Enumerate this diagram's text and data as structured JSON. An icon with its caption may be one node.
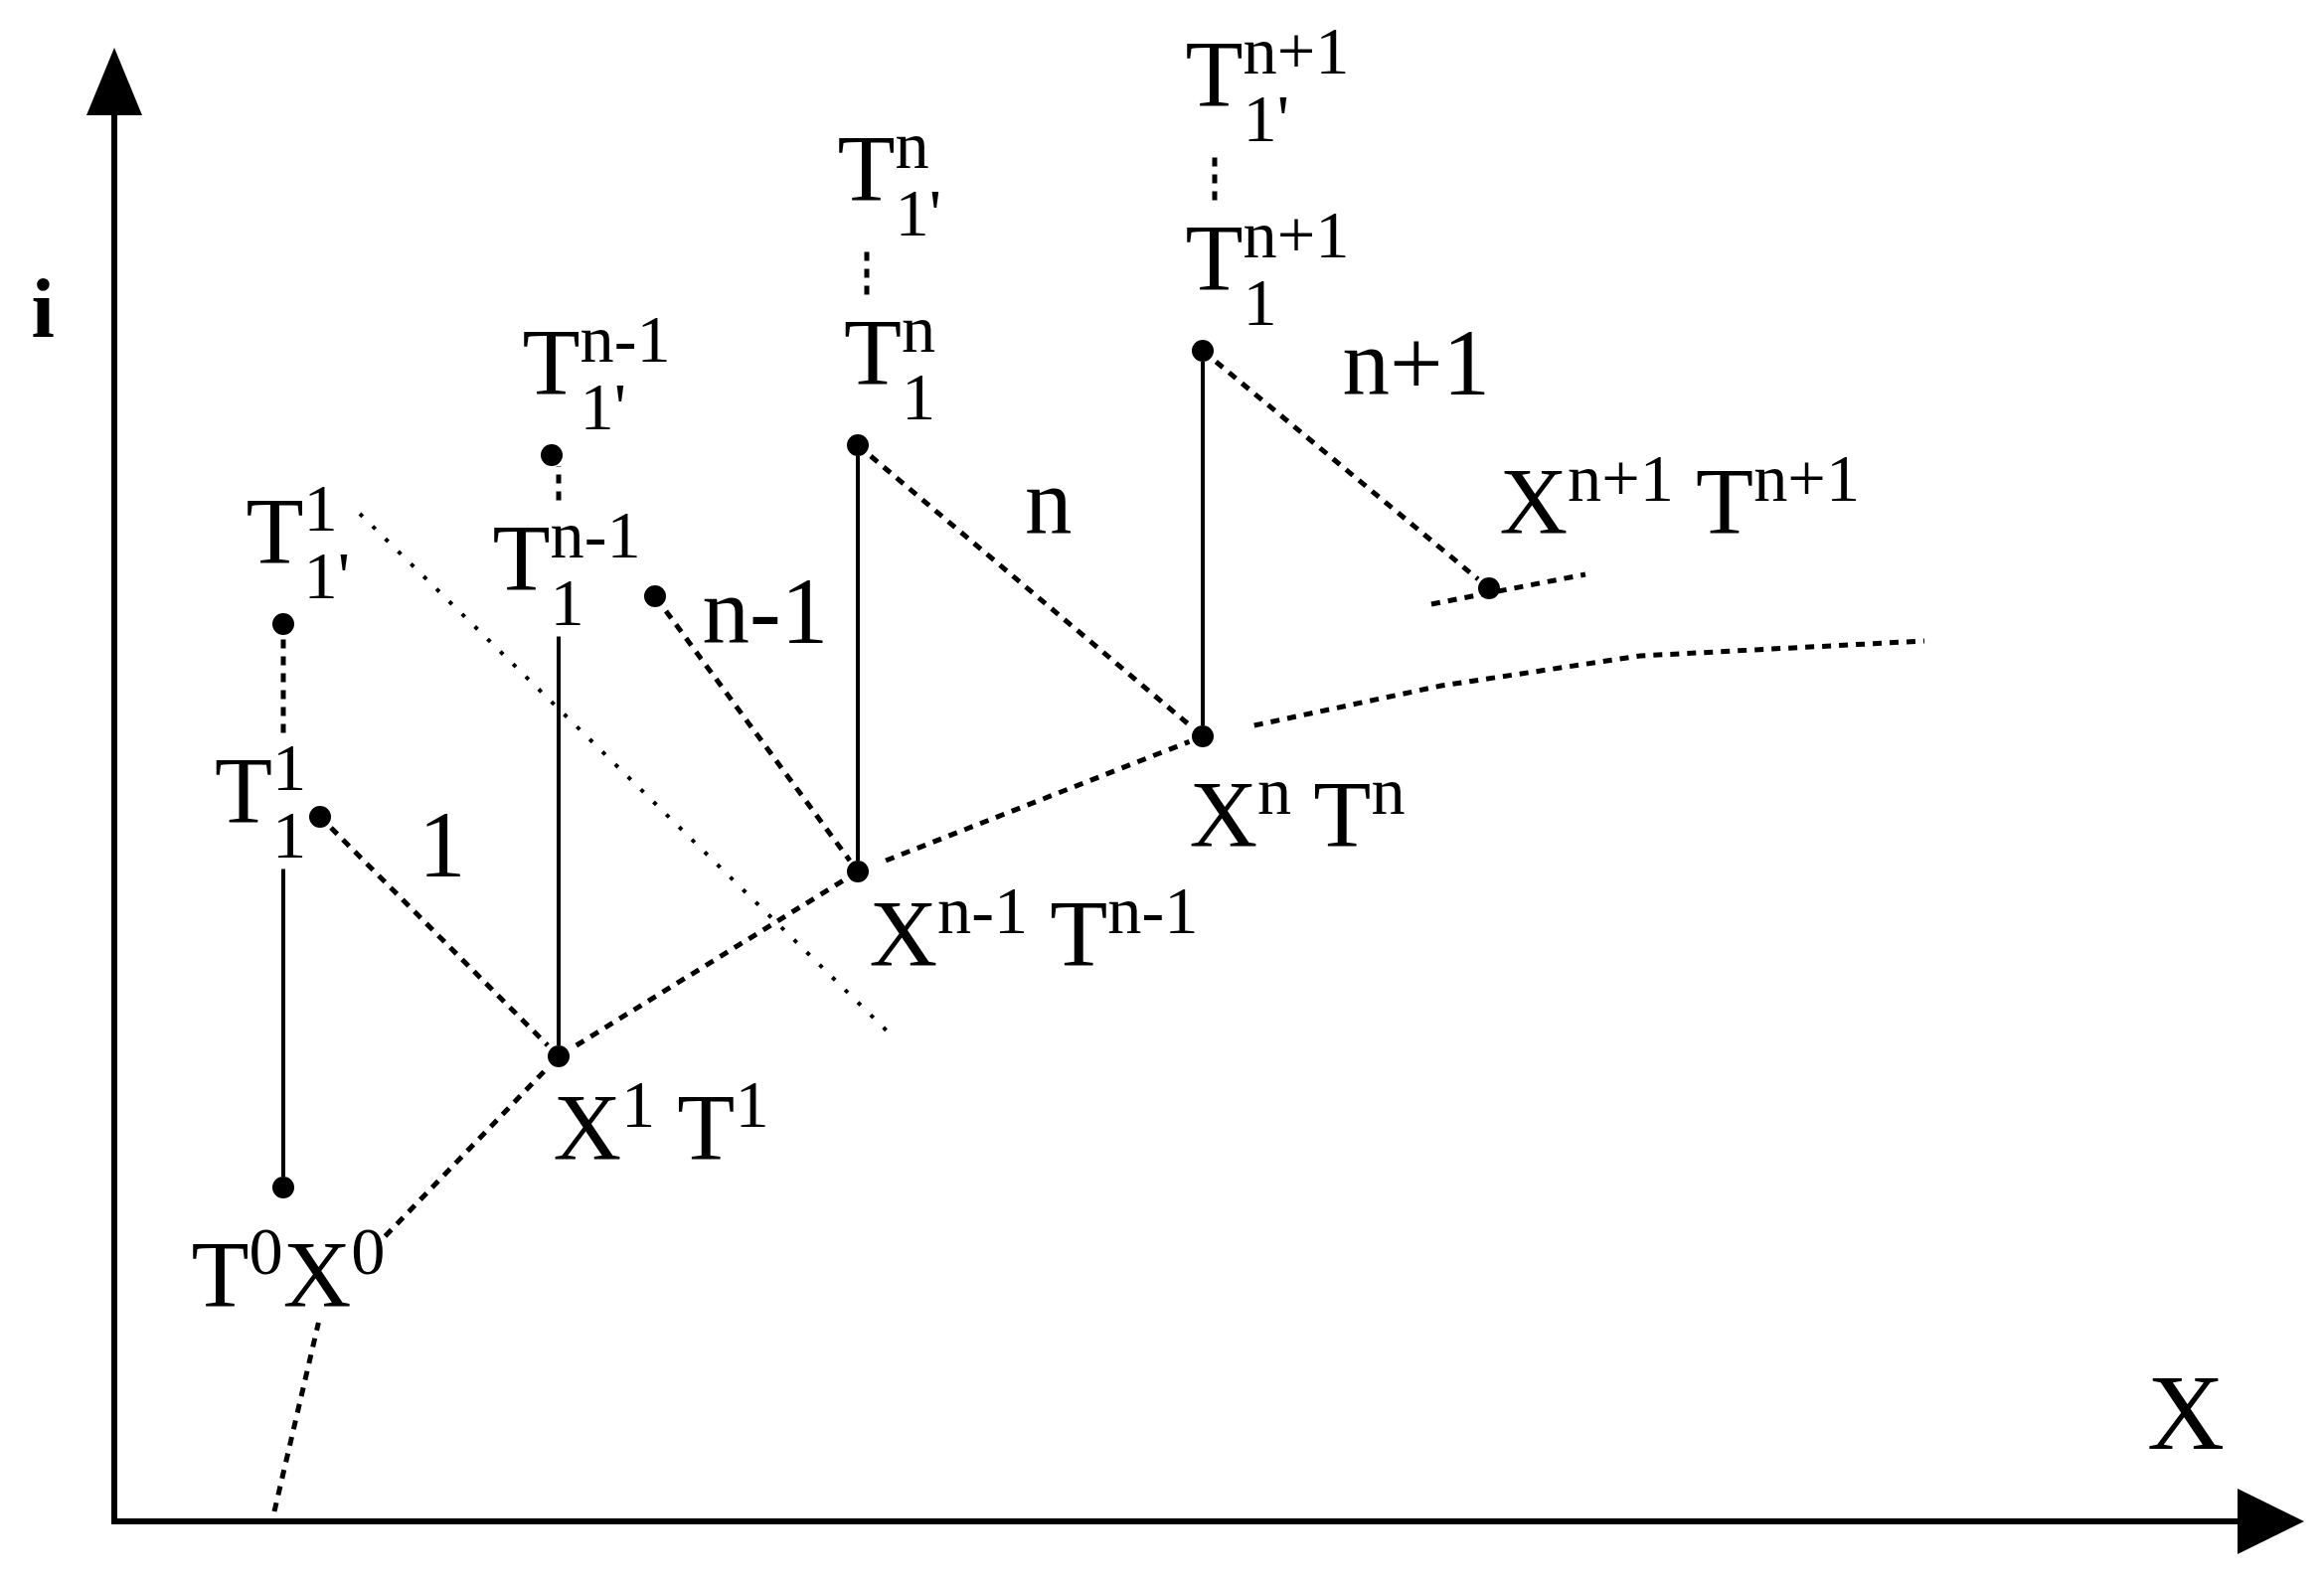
{
  "diagram": {
    "nodes": [
      {
        "text": [
          "T$^{0}$X$^{0}$"
        ]
      },
      {
        "text": [
          "T$^{1}$$_{1}$"
        ]
      },
      {
        "text": [
          "T$^{1}$$_{1'}$"
        ]
      },
      {
        "text": [
          "X$^{1}$ T$^{1}$"
        ]
      },
      {
        "text": [
          "T$^{n-1}$$_{1'}$"
        ]
      },
      {
        "text": [
          "T$^{n-1}$$_{1}$"
        ]
      },
      {
        "text": [
          "X$^{n-1}$ T$^{n-1}$"
        ]
      },
      {
        "text": [
          "T$^{n}$$_{1'}$"
        ]
      },
      {
        "text": [
          "T$^{n}$$_{1}$"
        ]
      },
      {
        "text": [
          "X$^{n}$ T$^{n}$"
        ]
      },
      {
        "text": [
          "T$^{n+1}$$_{1'}$"
        ]
      },
      {
        "text": [
          "T$^{n+1}$$_{1}$"
        ]
      },
      {
        "text": [
          "X$^{n+1}$ T$^{n+1}$"
        ]
      }
    ],
    "edges": [
      {
        "from": 0,
        "to": 1,
        "arrow": "none"
      },
      {
        "from": 1,
        "to": 2,
        "arrow": "none",
        "style": "dashed"
      },
      {
        "from": 1,
        "to": 3,
        "arrow": "none",
        "style": "dashed",
        "label": "1"
      },
      {
        "from": 3,
        "to": 5,
        "arrow": "none"
      },
      {
        "from": 5,
        "to": 4,
        "arrow": "none",
        "style": "dashed"
      },
      {
        "from": 5,
        "to": 6,
        "arrow": "none",
        "style": "dashed",
        "label": "n-1"
      },
      {
        "from": 6,
        "to": 8,
        "arrow": "none"
      },
      {
        "from": 8,
        "to": 7,
        "arrow": "none",
        "style": "dashed"
      },
      {
        "from": 8,
        "to": 9,
        "arrow": "none",
        "style": "dashed",
        "label": "n"
      },
      {
        "from": 9,
        "to": 11,
        "arrow": "none"
      },
      {
        "from": 11,
        "to": 10,
        "arrow": "none",
        "style": "dashed"
      },
      {
        "from": 11,
        "to": 12,
        "arrow": "none",
        "style": "dashed",
        "label": "n+1"
      },
      {
        "from": null,
        "to": 0,
        "arrow": "none",
        "style": "dashed"
      },
      {
        "from": 0,
        "to": 3,
        "arrow": "none",
        "style": "dashed"
      },
      {
        "from": 3,
        "to": 6,
        "arrow": "none",
        "style": "dashed"
      },
      {
        "from": 6,
        "to": 9,
        "arrow": "none",
        "style": "dashed"
      },
      {
        "from": 9,
        "to": null,
        "arrow": "none",
        "style": "dashed"
      }
    ],
    "labels": [
      "i",
      "X"
    ]
  }
}
